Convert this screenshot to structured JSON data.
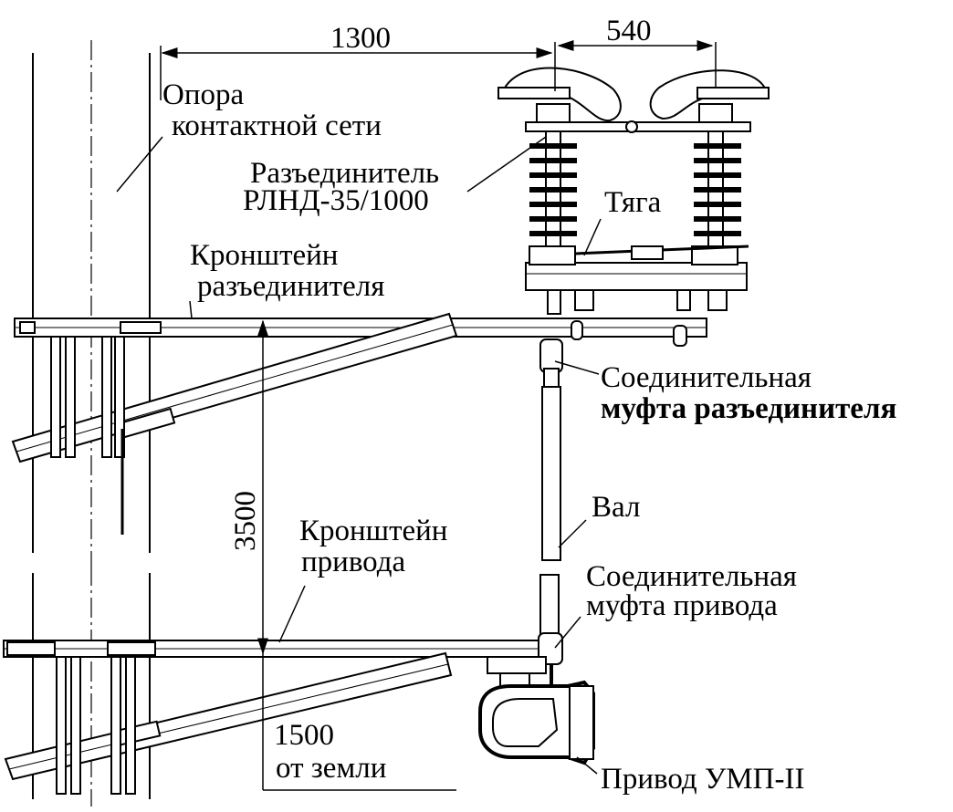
{
  "dimensions": {
    "span_to_disconnector": "1300",
    "insulator_spacing": "540",
    "bracket_spacing": "3500",
    "drive_height": "1500",
    "drive_height_note": "от земли"
  },
  "labels": {
    "pole_line1": "Опора",
    "pole_line2": "контактной сети",
    "disconnector_line1": "Разъединитель",
    "disconnector_line2": "РЛНД-35/1000",
    "rod": "Тяга",
    "disconnector_bracket_line1": "Кронштейн",
    "disconnector_bracket_line2": "разъединителя",
    "disconnector_coupling_line1": "Соединительная",
    "disconnector_coupling_line2": "муфта разъединителя",
    "shaft": "Вал",
    "drive_bracket_line1": "Кронштейн",
    "drive_bracket_line2": "привода",
    "drive_coupling_line1": "Соединительная",
    "drive_coupling_line2": "муфта привода",
    "drive": "Привод УМП-II"
  }
}
